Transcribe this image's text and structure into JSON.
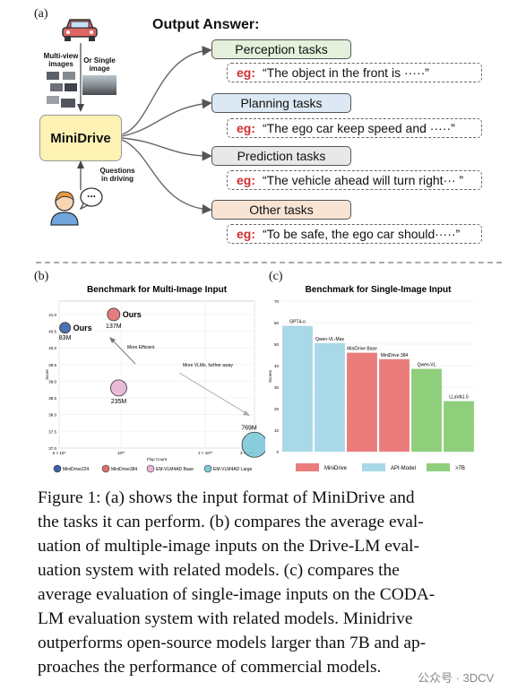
{
  "panel_a": {
    "label": "(a)",
    "output_title": "Output Answer:",
    "multiview_label": "Multi-view images",
    "single_label": "Or Single image",
    "model_name": "MiniDrive",
    "questions_label": "Questions in driving",
    "chat_icon_text": "...",
    "tasks": [
      {
        "label": "Perception tasks",
        "color": "#e4f0dc",
        "example": "“The object in the front is ·····”"
      },
      {
        "label": "Planning tasks",
        "color": "#dde8f5",
        "example": "“The ego car keep speed and ·····”"
      },
      {
        "label": "Prediction tasks",
        "color": "#e8e8e8",
        "example": "“The vehicle ahead will turn right···  ”"
      },
      {
        "label": "Other tasks",
        "color": "#f8e4d4",
        "example": "“To be safe, the ego car should·····”"
      }
    ],
    "eg_tag": "eg:"
  },
  "panel_b": {
    "label": "(b)",
    "annot_efficient": "More Efficient",
    "annot_vlms": "More VLMs, further away"
  },
  "panel_c": {
    "label": "(c)"
  },
  "chart_data": [
    {
      "type": "scatter",
      "title": "Benchmark for Multi-Image Input",
      "xlabel": "Flop Count",
      "ylabel": "Score",
      "x_scale": "log",
      "xlim": [
        6000000000.0,
        30000000000.0
      ],
      "ylim": [
        37.0,
        41.4
      ],
      "xticks": [
        "6 × 10⁹",
        "10¹⁰",
        "2 × 10¹⁰",
        "3 × 10¹⁰"
      ],
      "yticks": [
        "37.0",
        "37.5",
        "38.0",
        "38.5",
        "39.0",
        "39.5",
        "40.0",
        "40.5",
        "41.0"
      ],
      "points": [
        {
          "name": "MiniDrive224",
          "x": 6300000000.0,
          "y": 40.6,
          "size_label": "83M",
          "tag": "Ours",
          "color": "#3b63a8"
        },
        {
          "name": "MiniDrive384",
          "x": 9400000000.0,
          "y": 41.0,
          "size_label": "137M",
          "tag": "Ours",
          "color": "#e07070"
        },
        {
          "name": "EM-VLM4AD Base",
          "x": 9800000000.0,
          "y": 38.8,
          "size_label": "235M",
          "tag": "",
          "color": "#e6b4d2"
        },
        {
          "name": "EM-VLM4AD Large",
          "x": 30000000000.0,
          "y": 37.1,
          "size_label": "769M",
          "tag": "",
          "color": "#7dc8d8"
        }
      ],
      "legend": [
        "MiniDrive224",
        "MiniDrive384",
        "EM-VLM4AD Base",
        "EM-VLM4AD Large"
      ]
    },
    {
      "type": "bar",
      "title": "Benchmark for Single-Image Input",
      "ylabel": "Scores",
      "ylim": [
        0,
        70
      ],
      "yticks": [
        "0",
        "10",
        "20",
        "30",
        "40",
        "50",
        "60",
        "70"
      ],
      "categories": [
        "GPT4-o",
        "Qwen-VL-Max",
        "MiniDrive Base",
        "MiniDrive 384",
        "Qwen-VL",
        "LLaVA1.5"
      ],
      "values": [
        58.5,
        50.5,
        46.0,
        43.0,
        38.5,
        23.5
      ],
      "groups": [
        "API-Model",
        "API-Model",
        "MiniDrive",
        "MiniDrive",
        ">7B",
        ">7B"
      ],
      "colors": {
        "MiniDrive": "#ea7c7c",
        "API-Model": "#a9d8e8",
        ">7B": "#8fcf7c"
      },
      "legend": [
        "MiniDrive",
        "API-Model",
        ">7B"
      ]
    }
  ],
  "caption": {
    "lines": [
      "Figure 1: (a) shows the input format of MiniDrive and",
      "the tasks it can perform. (b) compares the average eval-",
      "uation of multiple-image inputs on the Drive-LM eval-",
      "uation system with related models.  (c) compares the",
      "average evaluation of single-image inputs on the CODA-",
      "LM evaluation system with related models. Minidrive",
      "outperforms open-source models larger than 7B and ap-",
      "proaches the performance of commercial models."
    ]
  },
  "watermark": "公众号 · 3DCV"
}
